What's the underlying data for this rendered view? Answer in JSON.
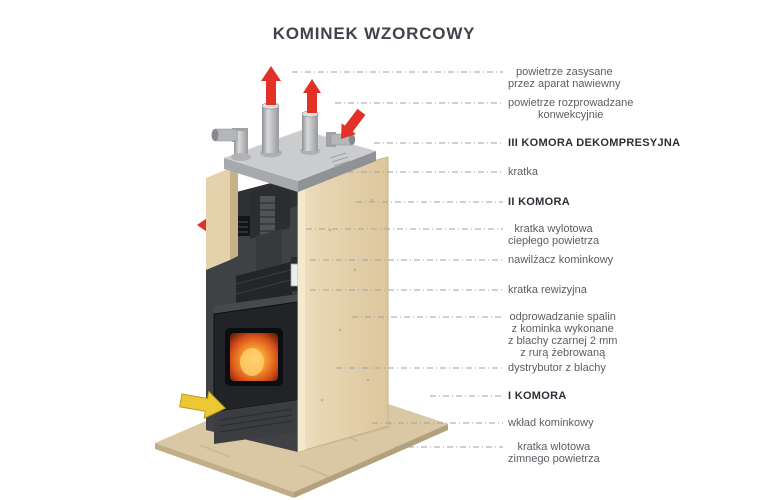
{
  "title": "KOMINEK WZORCOWY",
  "labels": [
    {
      "text": "powietrze zasysane\nprzez aparat nawiewny",
      "bold": false
    },
    {
      "text": "powietrze rozprowadzane\nkonwekcyjnie",
      "bold": false
    },
    {
      "text": "III KOMORA DEKOMPRESYJNA",
      "bold": true
    },
    {
      "text": "kratka",
      "bold": false
    },
    {
      "text": "II KOMORA",
      "bold": true
    },
    {
      "text": "kratka wylotowa\nciepłego powietrza",
      "bold": false
    },
    {
      "text": "nawilżacz kominkowy",
      "bold": false
    },
    {
      "text": "kratka rewizyjna",
      "bold": false
    },
    {
      "text": "odprowadzanie spalin\nz kominka wykonane\nz blachy czarnej 2 mm\nz rurą żebrowaną",
      "bold": false
    },
    {
      "text": "dystrybutor z blachy",
      "bold": false
    },
    {
      "text": "I KOMORA",
      "bold": true
    },
    {
      "text": "wkład kominkowy",
      "bold": false
    },
    {
      "text": "kratka wlotowa\nzimnego powietrza",
      "bold": false
    }
  ],
  "illustration": {
    "icon_names": [
      "airflow-up-arrow",
      "airflow-intake-arrow",
      "warm-air-out-arrow",
      "cold-air-floor-arrow"
    ],
    "colors": {
      "arrow_red": "#e23127",
      "arrow_yellow": "#ecc930",
      "wall_beige": "#e9d8b5",
      "slab_gray": "#caccce",
      "fire_orange": "#f59b2e",
      "floor_tan": "#d9c8a3"
    }
  }
}
